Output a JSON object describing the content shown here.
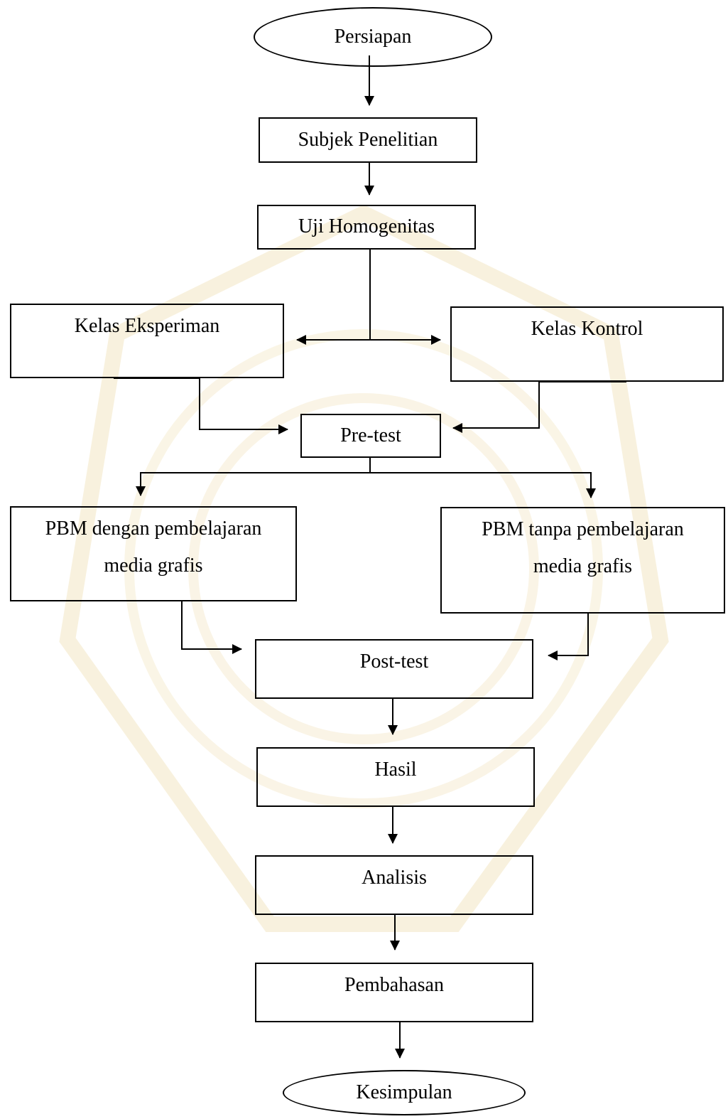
{
  "nodes": {
    "persiapan": "Persiapan",
    "subjek": "Subjek Penelitian",
    "uji": "Uji Homogenitas",
    "kelas_eksperimen": "Kelas Eksperiman",
    "kelas_kontrol": "Kelas Kontrol",
    "pretest": "Pre-test",
    "pbm_dengan": [
      "PBM dengan pembelajaran",
      "media grafis"
    ],
    "pbm_tanpa": [
      "PBM  tanpa pembelajaran",
      "media grafis"
    ],
    "posttest": "Post-test",
    "hasil": "Hasil",
    "analisis": "Analisis",
    "pembahasan": "Pembahasan",
    "kesimpulan": "Kesimpulan"
  },
  "colors": {
    "stroke": "#000000",
    "watermark": "#f3e3b8"
  }
}
